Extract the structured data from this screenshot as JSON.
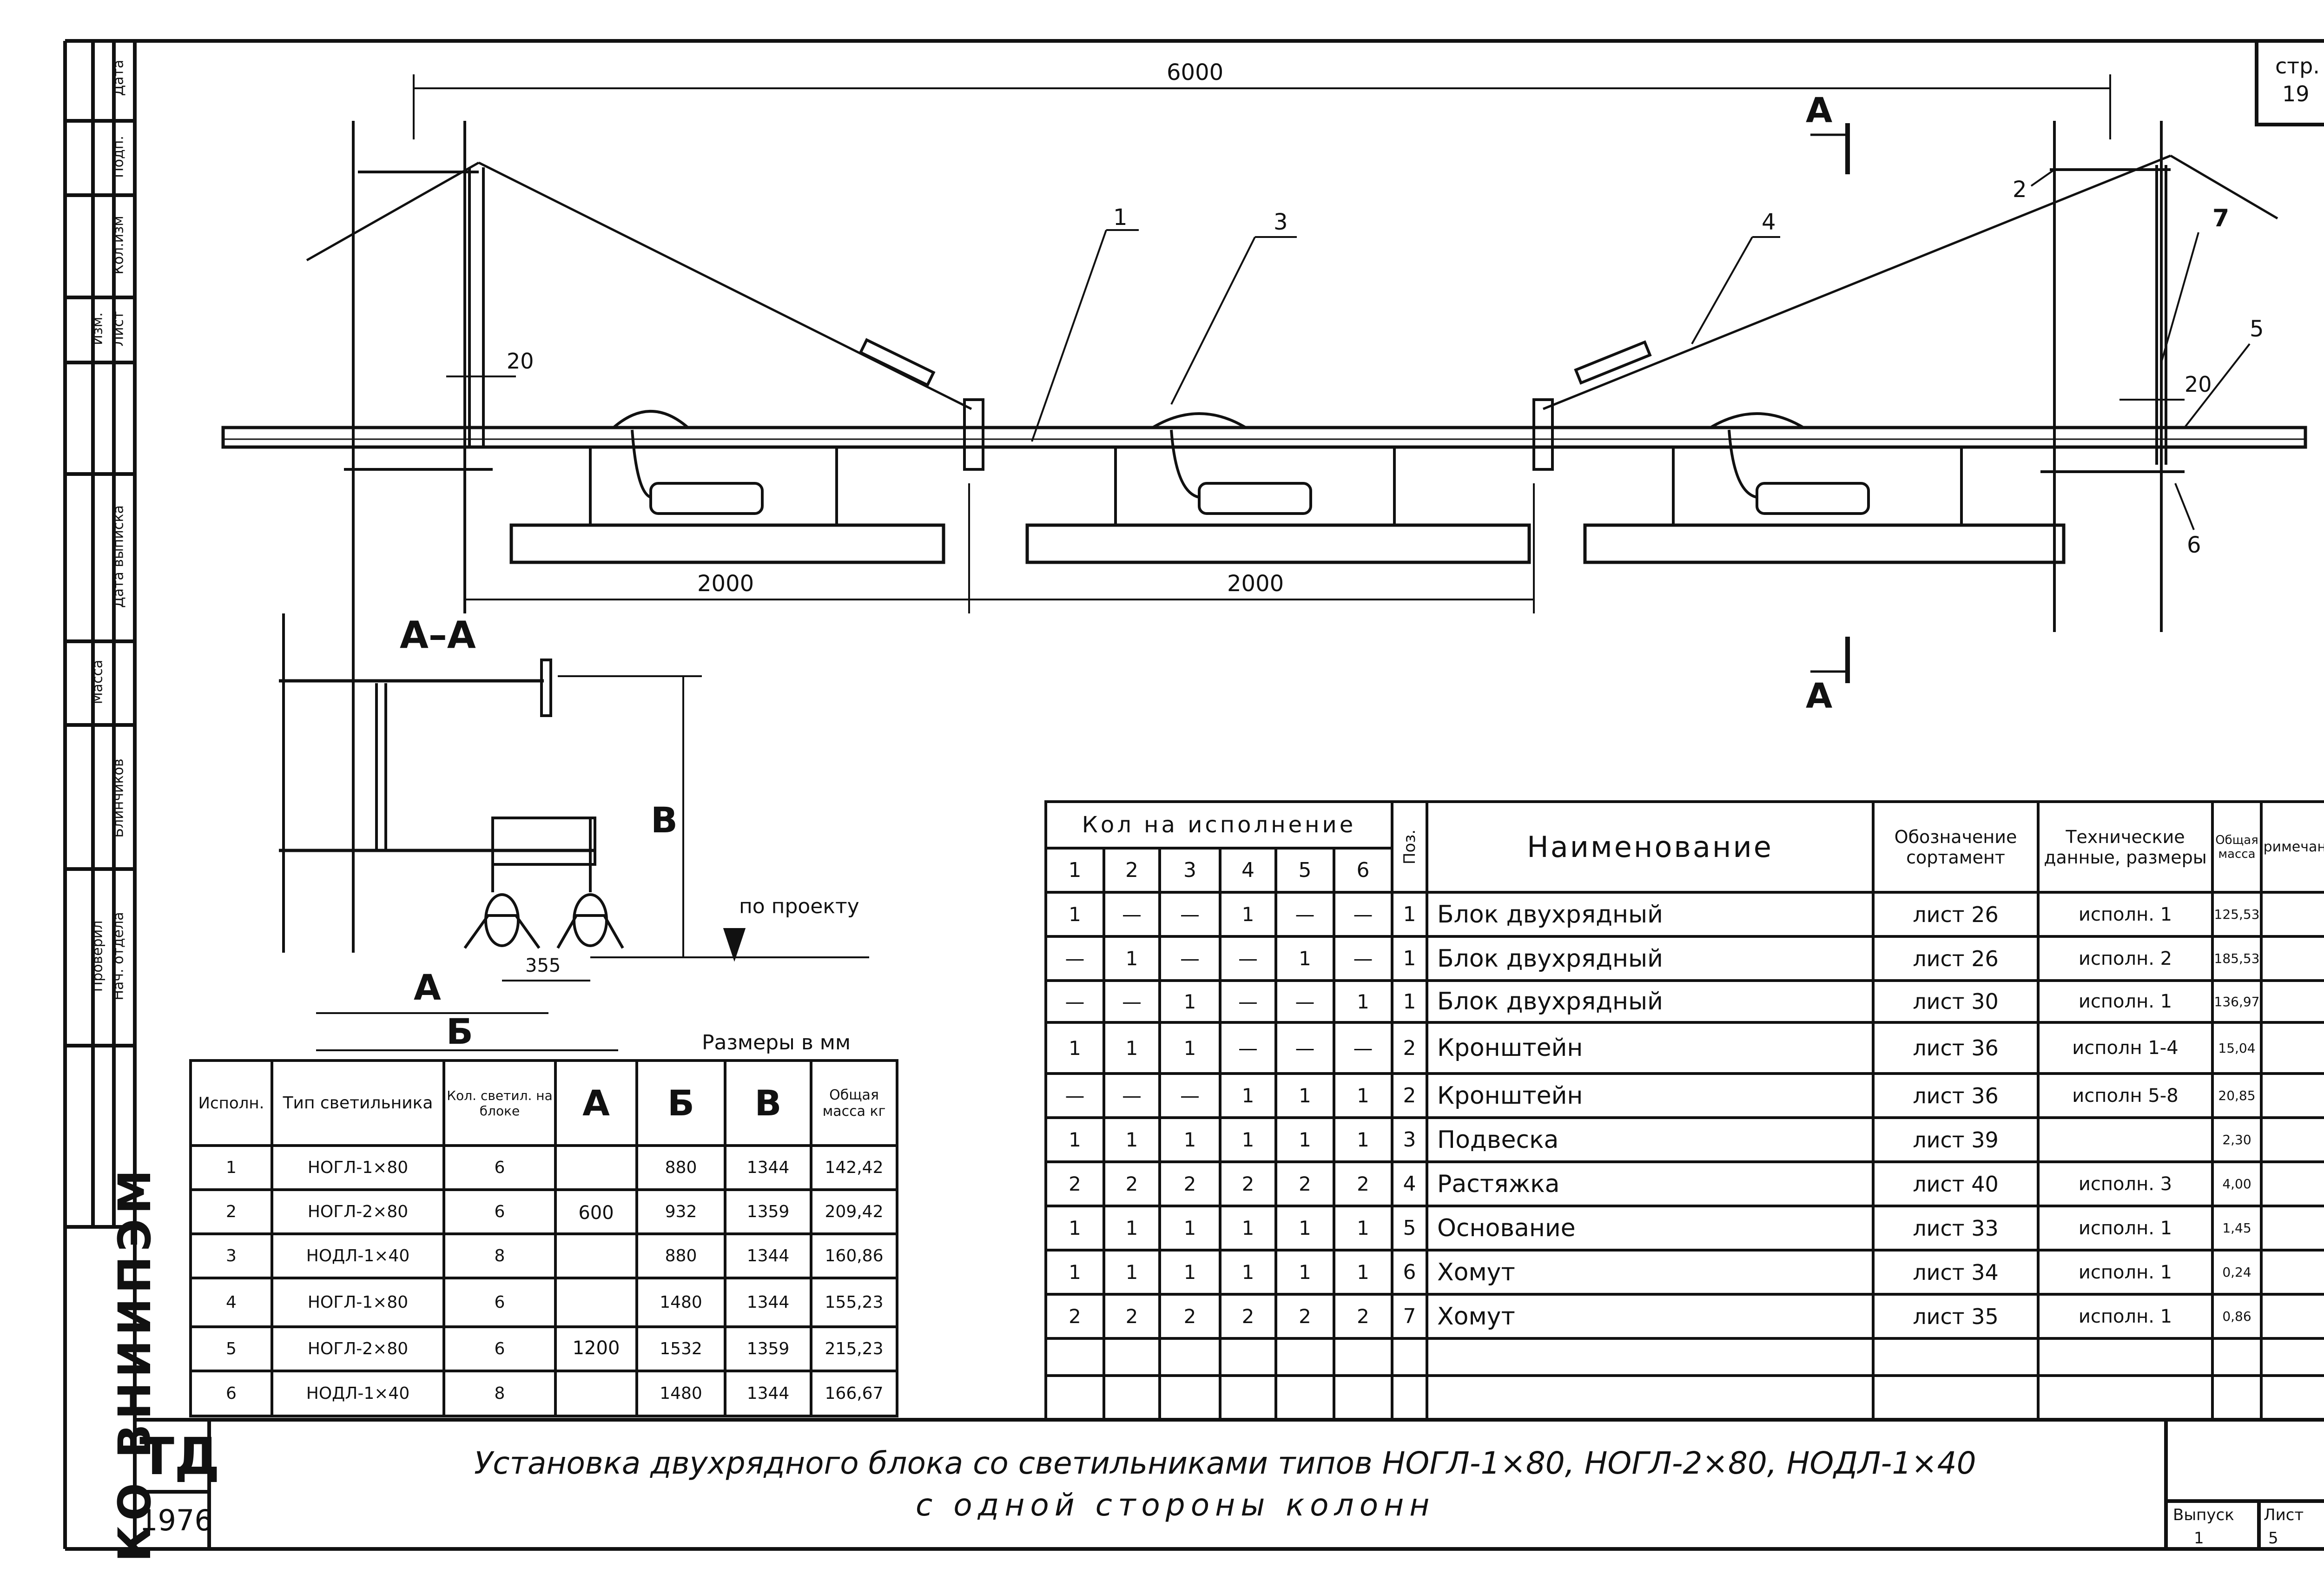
{
  "page": {
    "number_label": "стр.",
    "number": "19"
  },
  "drawing": {
    "dimensions": {
      "span_total": "6000",
      "span_left": "2000",
      "span_right": "2000",
      "offset_left": "20",
      "offset_right": "20"
    },
    "callouts": [
      "1",
      "3",
      "4",
      "2",
      "7",
      "5",
      "6"
    ],
    "section_mark": "А"
  },
  "section_view": {
    "title": "А–А",
    "dim_a": "А",
    "dim_b": "Б",
    "dim_v": "В",
    "dim_355": "355",
    "level_label": "по проекту"
  },
  "sizes_table": {
    "caption": "Размеры в мм",
    "headers": [
      "Исполн.",
      "Тип светильника",
      "Кол. светил. на блоке",
      "А",
      "Б",
      "В",
      "Общая масса кг"
    ],
    "a_values": [
      "600",
      "1200"
    ],
    "rows": [
      [
        "1",
        "НОГЛ-1×80",
        "6",
        "880",
        "1344",
        "142,42"
      ],
      [
        "2",
        "НОГЛ-2×80",
        "6",
        "932",
        "1359",
        "209,42"
      ],
      [
        "3",
        "НОДЛ-1×40",
        "8",
        "880",
        "1344",
        "160,86"
      ],
      [
        "4",
        "НОГЛ-1×80",
        "6",
        "1480",
        "1344",
        "155,23"
      ],
      [
        "5",
        "НОГЛ-2×80",
        "6",
        "1532",
        "1359",
        "215,23"
      ],
      [
        "6",
        "НОДЛ-1×40",
        "8",
        "1480",
        "1344",
        "166,67"
      ]
    ]
  },
  "spec_table": {
    "header_group": "Кол на исполнение",
    "variant_numbers": [
      "1",
      "2",
      "3",
      "4",
      "5",
      "6"
    ],
    "pos_header": "Поз.",
    "name_header": "Наименование",
    "designation_header": "Обозначение сортамент",
    "tech_header": "Технические данные, размеры",
    "mass_header": "Общая масса",
    "note_header": "Примечание",
    "rows": [
      {
        "q": [
          "1",
          "—",
          "—",
          "1",
          "—",
          "—"
        ],
        "pos": "1",
        "name": "Блок двухрядный",
        "doc": "лист 26",
        "tech": "исполн. 1",
        "mass": "125,53"
      },
      {
        "q": [
          "—",
          "1",
          "—",
          "—",
          "1",
          "—"
        ],
        "pos": "1",
        "name": "Блок двухрядный",
        "doc": "лист 26",
        "tech": "исполн. 2",
        "mass": "185,53"
      },
      {
        "q": [
          "—",
          "—",
          "1",
          "—",
          "—",
          "1"
        ],
        "pos": "1",
        "name": "Блок двухрядный",
        "doc": "лист 30",
        "tech": "исполн. 1",
        "mass": "136,97"
      },
      {
        "q": [
          "1",
          "1",
          "1",
          "—",
          "—",
          "—"
        ],
        "pos": "2",
        "name": "Кронштейн",
        "doc": "лист 36",
        "tech": "исполн 1-4",
        "mass": "15,04"
      },
      {
        "q": [
          "—",
          "—",
          "—",
          "1",
          "1",
          "1"
        ],
        "pos": "2",
        "name": "Кронштейн",
        "doc": "лист 36",
        "tech": "исполн 5-8",
        "mass": "20,85"
      },
      {
        "q": [
          "1",
          "1",
          "1",
          "1",
          "1",
          "1"
        ],
        "pos": "3",
        "name": "Подвеска",
        "doc": "лист 39",
        "tech": "",
        "mass": "2,30"
      },
      {
        "q": [
          "2",
          "2",
          "2",
          "2",
          "2",
          "2"
        ],
        "pos": "4",
        "name": "Растяжка",
        "doc": "лист 40",
        "tech": "исполн. 3",
        "mass": "4,00"
      },
      {
        "q": [
          "1",
          "1",
          "1",
          "1",
          "1",
          "1"
        ],
        "pos": "5",
        "name": "Основание",
        "doc": "лист 33",
        "tech": "исполн. 1",
        "mass": "1,45"
      },
      {
        "q": [
          "1",
          "1",
          "1",
          "1",
          "1",
          "1"
        ],
        "pos": "6",
        "name": "Хомут",
        "doc": "лист 34",
        "tech": "исполн. 1",
        "mass": "0,24"
      },
      {
        "q": [
          "2",
          "2",
          "2",
          "2",
          "2",
          "2"
        ],
        "pos": "7",
        "name": "Хомут",
        "doc": "лист 35",
        "tech": "исполн. 1",
        "mass": "0,86"
      }
    ]
  },
  "title_block": {
    "stamp": "ТД",
    "year": "1976",
    "title_line1": "Установка двухрядного блока со светильниками типов НОГЛ-1×80, НОГЛ-2×80, НОДЛ-1×40",
    "title_line2": "с одной стороны колонн",
    "issue_label": "Выпуск",
    "issue": "1",
    "sheet_label": "Лист",
    "sheet": "5"
  },
  "side_stamp": {
    "org": "КО ВНИИПЭМ",
    "labels": [
      "Дата",
      "Подп.",
      "Кол.изм",
      "Лист",
      "Изм.",
      "Дата выписка",
      "Масса",
      "Блинчиков",
      "Нач. отдела",
      "Проверил"
    ]
  }
}
